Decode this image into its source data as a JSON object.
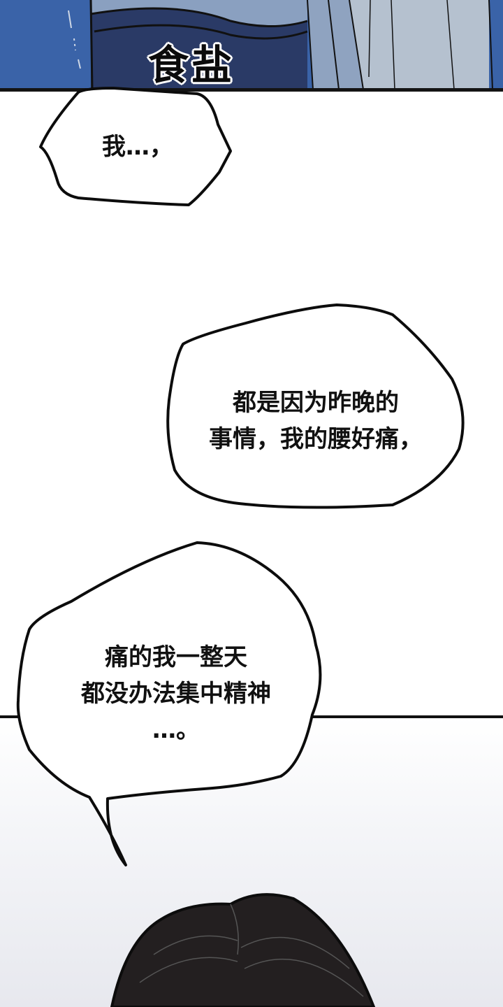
{
  "top_panel": {
    "label_text": "食盐",
    "background_color": "#3a63a8"
  },
  "bubbles": [
    {
      "id": "bubble-1",
      "lines": [
        "我…，"
      ]
    },
    {
      "id": "bubble-2",
      "lines": [
        "都是因为昨晚的",
        "事情，我的腰好痛，"
      ]
    },
    {
      "id": "bubble-3",
      "lines": [
        "痛的我一整天",
        "都没办法集中精神",
        "…。"
      ]
    }
  ],
  "bottom_panel": {
    "description": "dark-haired character head",
    "hair_color": "#231f20"
  }
}
